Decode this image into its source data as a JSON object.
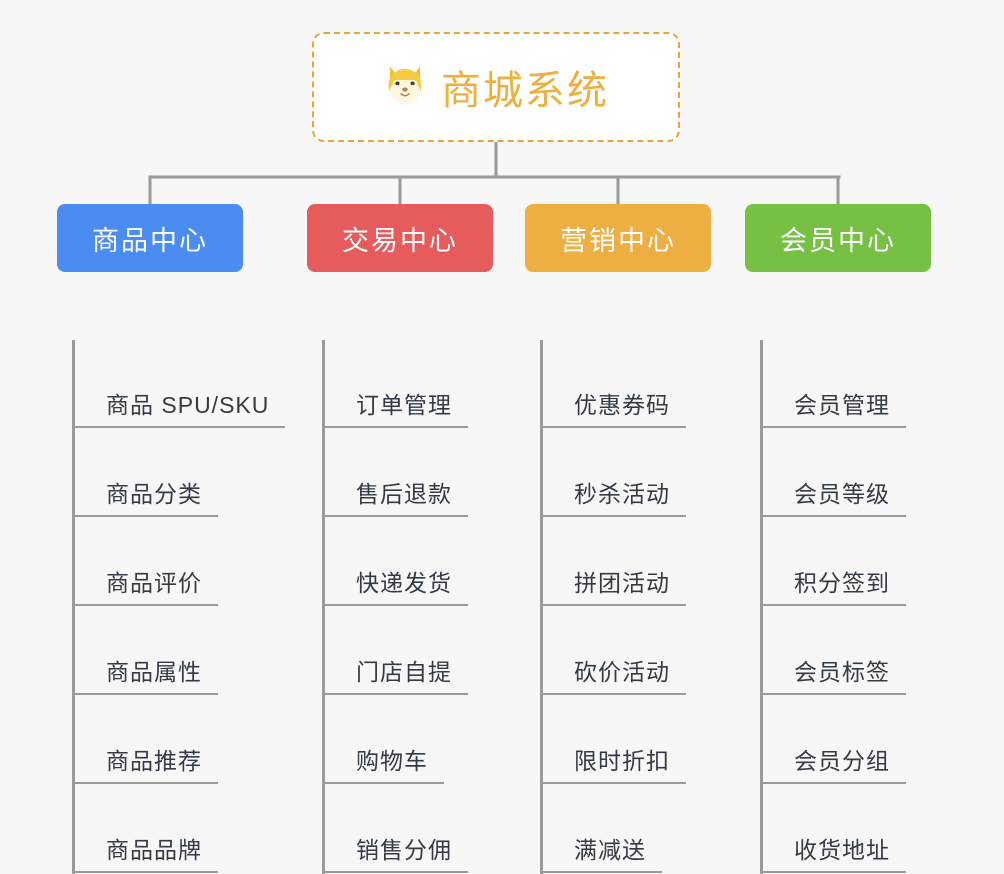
{
  "background_color": "#f7f7f7",
  "root": {
    "icon": "shiba-dog-face",
    "icon_glyph": "🐕",
    "title": "商城系统",
    "title_color": "#edb03e",
    "border_color": "#e8a33d",
    "fill_color": "#ffffff"
  },
  "connector_color": "#9a9a9a",
  "branches": [
    {
      "label": "商品中心",
      "color": "#4a8cf0",
      "items": [
        "商品 SPU/SKU",
        "商品分类",
        "商品评价",
        "商品属性",
        "商品推荐",
        "商品品牌"
      ]
    },
    {
      "label": "交易中心",
      "color": "#e65c5c",
      "items": [
        "订单管理",
        "售后退款",
        "快递发货",
        "门店自提",
        "购物车",
        "销售分佣"
      ]
    },
    {
      "label": "营销中心",
      "color": "#eeaf42",
      "items": [
        "优惠券码",
        "秒杀活动",
        "拼团活动",
        "砍价活动",
        "限时折扣",
        "满减送"
      ]
    },
    {
      "label": "会员中心",
      "color": "#76c043",
      "items": [
        "会员管理",
        "会员等级",
        "积分签到",
        "会员标签",
        "会员分组",
        "收货地址"
      ]
    }
  ]
}
